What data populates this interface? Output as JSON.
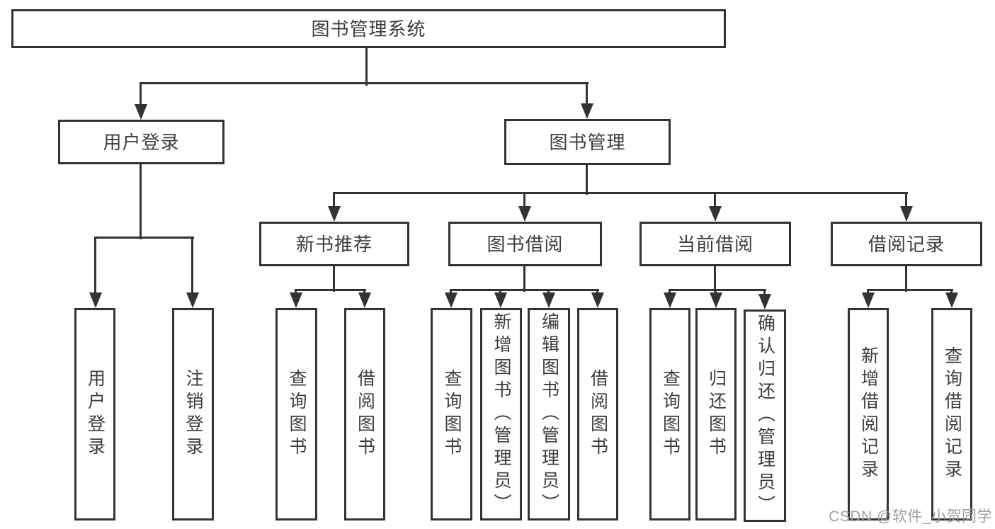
{
  "diagram_title": "图书管理系统",
  "nodes": {
    "root": "图书管理系统",
    "user_login": "用户登录",
    "book_mgmt": "图书管理",
    "new_book_rec": "新书推荐",
    "book_borrow": "图书借阅",
    "current_borrow": "当前借阅",
    "borrow_records": "借阅记录",
    "ul_login": "用户登录",
    "ul_logout": "注销登录",
    "nb_query": "查询图书",
    "nb_borrow": "借阅图书",
    "bb_query": "查询图书",
    "bb_add": "新增图书（管理员）",
    "bb_edit": "编辑图书（管理员）",
    "bb_borrow": "借阅图书",
    "cb_query": "查询图书",
    "cb_return": "归还图书",
    "cb_confirm": "确认归还（管理员）",
    "br_add": "新增借阅记录",
    "br_query": "查询借阅记录"
  },
  "hierarchy": {
    "图书管理系统": {
      "用户登录": [
        "用户登录",
        "注销登录"
      ],
      "图书管理": {
        "新书推荐": [
          "查询图书",
          "借阅图书"
        ],
        "图书借阅": [
          "查询图书",
          "新增图书（管理员）",
          "编辑图书（管理员）",
          "借阅图书"
        ],
        "当前借阅": [
          "查询图书",
          "归还图书",
          "确认归还（管理员）"
        ],
        "借阅记录": [
          "新增借阅记录",
          "查询借阅记录"
        ]
      }
    }
  },
  "watermark": "CSDN @软件_小贺同学",
  "colors": {
    "line": "#333333",
    "text": "#3d3d3d",
    "watermark": "#9f9f9f",
    "background": "#ffffff"
  }
}
